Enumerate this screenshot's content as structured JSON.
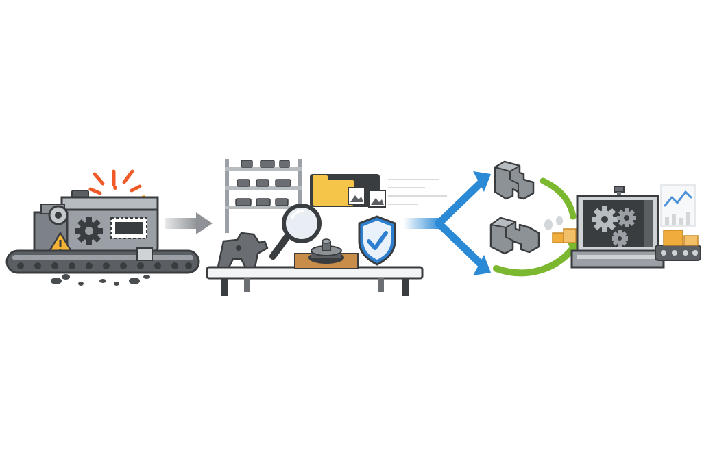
{
  "diagram": {
    "stages": [
      {
        "id": "broken-machine",
        "icon": "broken-machine-icon"
      },
      {
        "id": "inspection-bench",
        "icon": "inspection-bench-icon"
      },
      {
        "id": "reintegration",
        "icon": "machine-gears-icon"
      }
    ],
    "connectors": [
      {
        "from": "broken-machine",
        "to": "inspection-bench",
        "icon": "gray-arrow-icon"
      },
      {
        "from": "inspection-bench",
        "to": "reintegration",
        "icon": "blue-split-arrow-icon"
      },
      {
        "from": "reintegration",
        "to": "reintegration",
        "icon": "green-cycle-arrow-icon"
      }
    ]
  },
  "colors": {
    "dark": "#3a3d40",
    "machine_gray": "#9aa0a6",
    "light_gray": "#cfd3d6",
    "alert_orange": "#f05a28",
    "warning_yellow": "#f5b335",
    "shield_blue": "#2f7fd0",
    "arrow_blue": "#2b8ad6",
    "arrow_green": "#7bb82f",
    "arrow_gray": "#8f9397",
    "folder_yellow": "#f5c54a",
    "mat_brown": "#c98d4a",
    "box_orange": "#f0ad3c",
    "chart_blue": "#4a90d9"
  }
}
